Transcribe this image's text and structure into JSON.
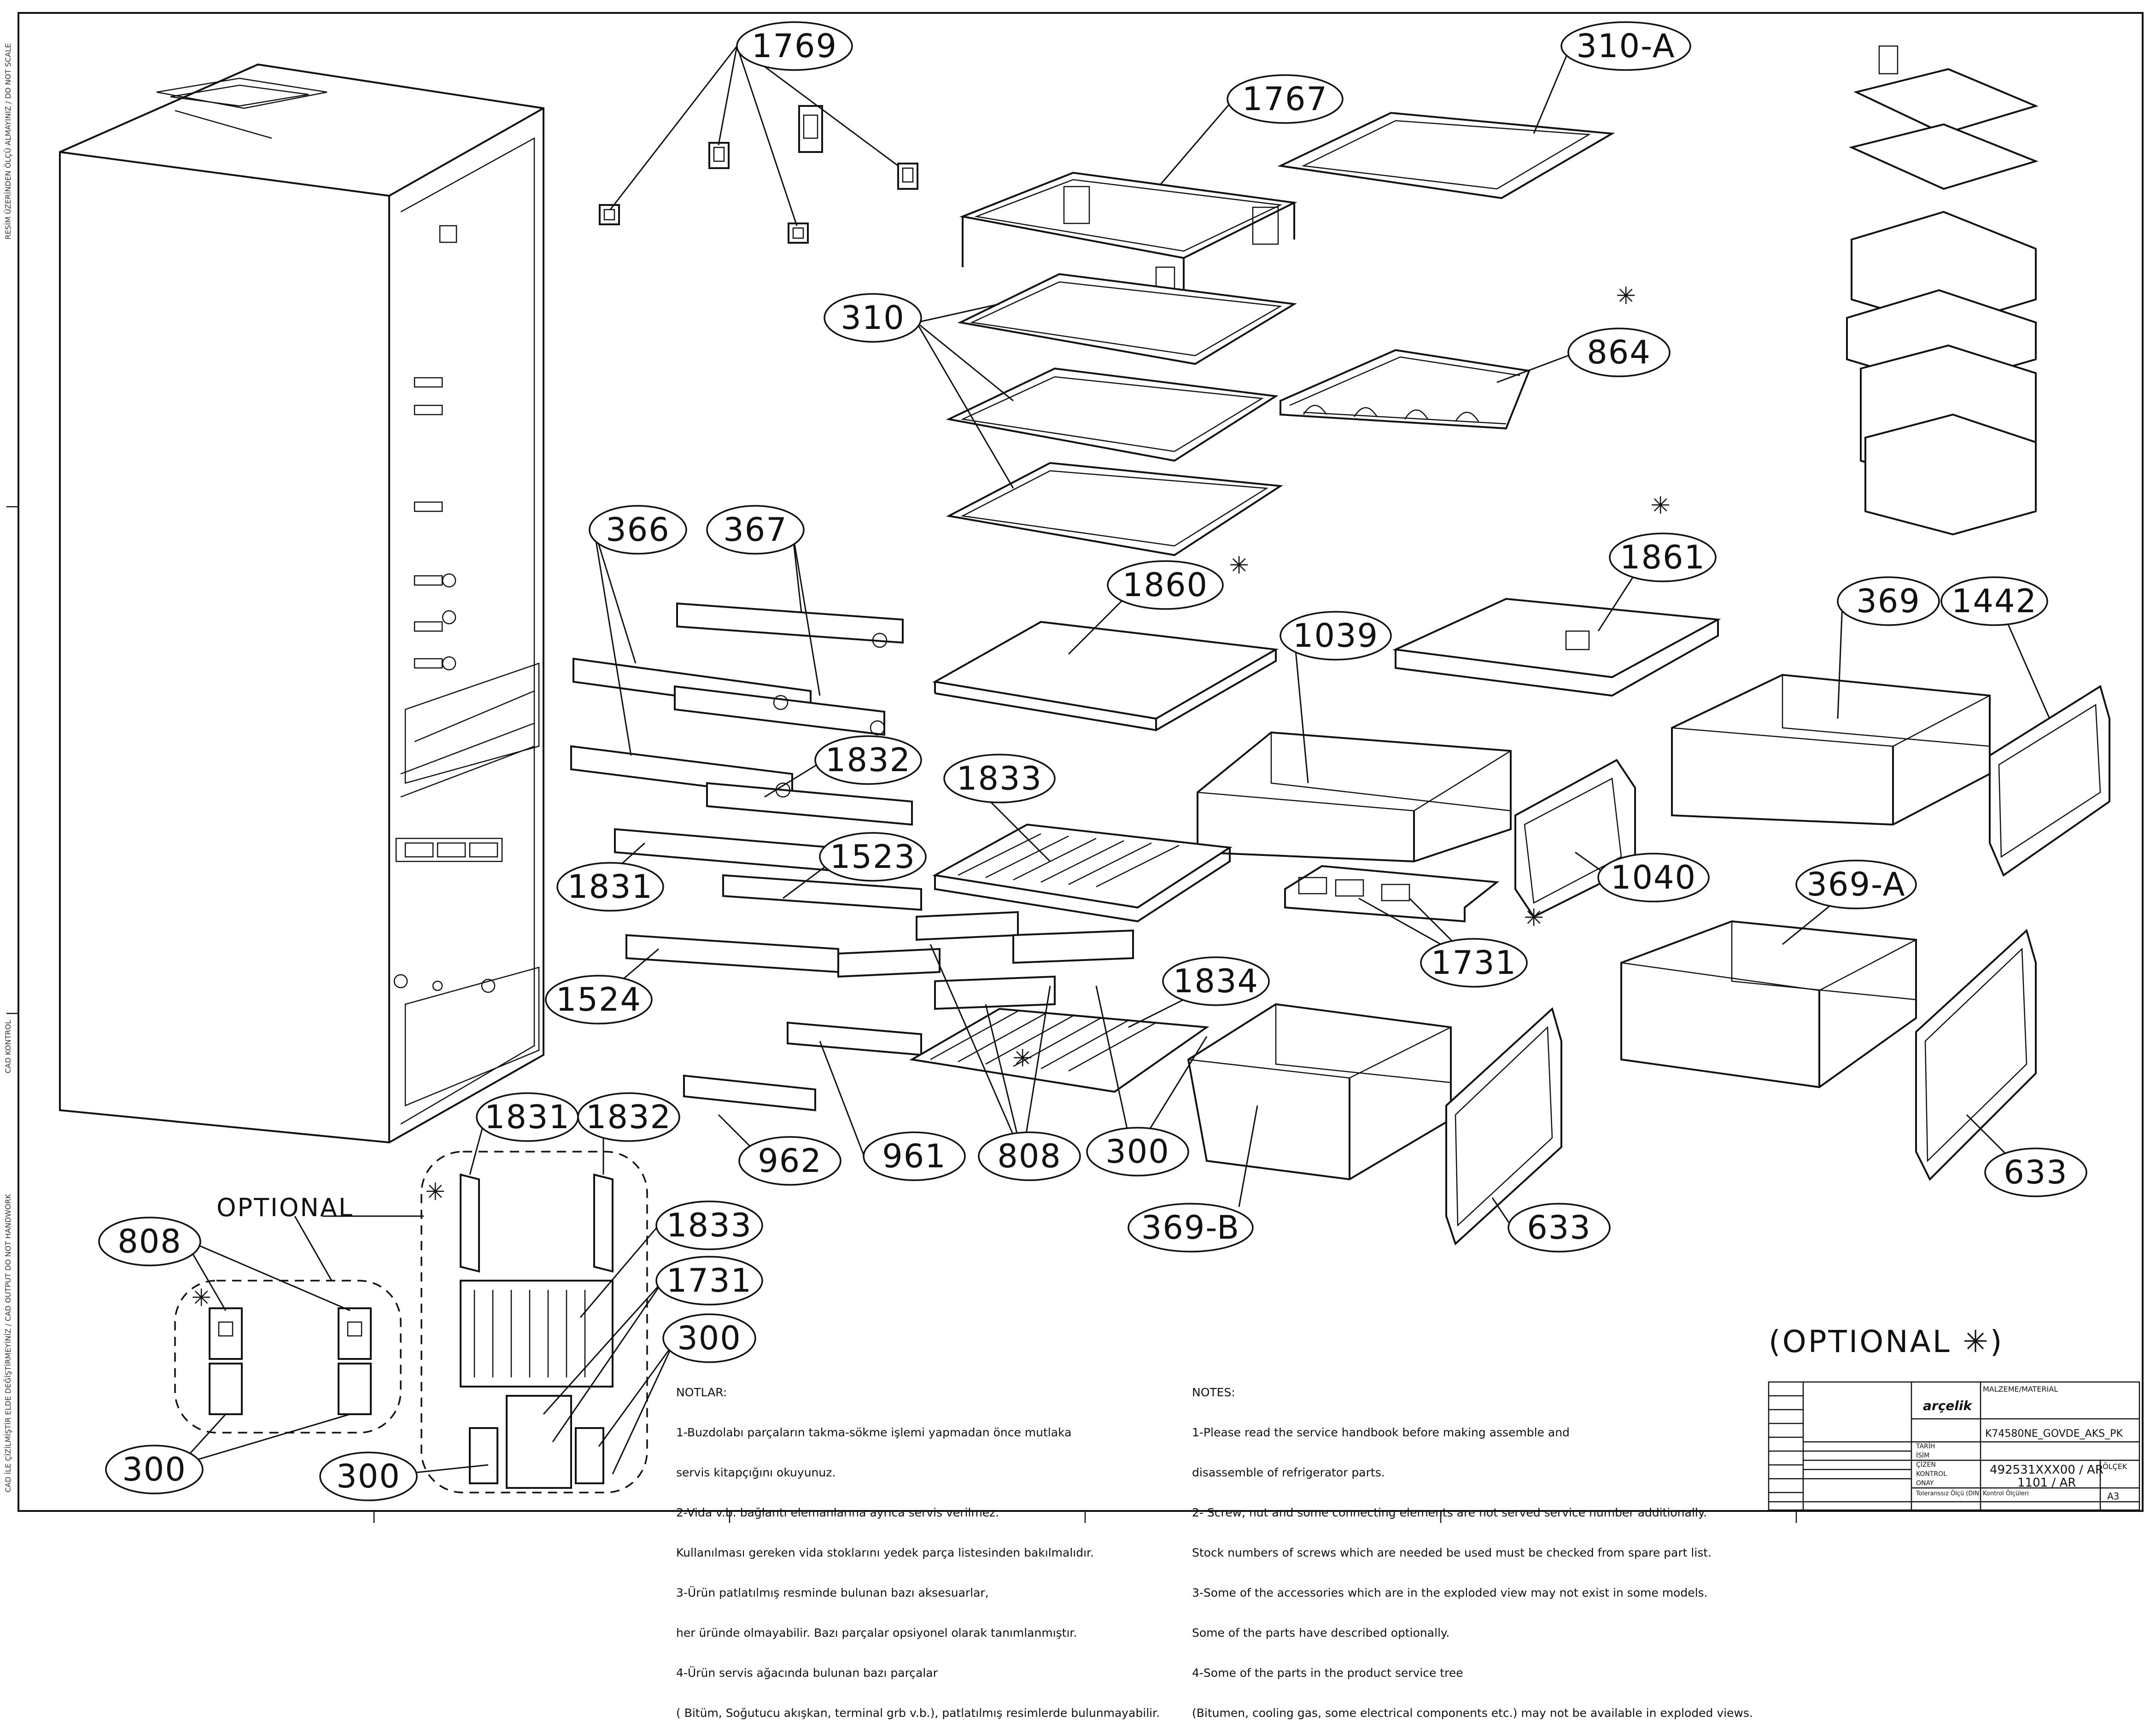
{
  "callouts": {
    "c1769": "1769",
    "c310a": "310-A",
    "c1767": "1767",
    "c310": "310",
    "c864": "864",
    "c366": "366",
    "c367": "367",
    "c1860": "1860",
    "c1861": "1861",
    "c1039": "1039",
    "c369": "369",
    "c1442": "1442",
    "c1832a": "1832",
    "c1833a": "1833",
    "c1831a": "1831",
    "c1523": "1523",
    "c1040": "1040",
    "c1731a": "1731",
    "c369a": "369-A",
    "c1524": "1524",
    "c1834": "1834",
    "c962": "962",
    "c961": "961",
    "c808a": "808",
    "c300a": "300",
    "c633a": "633",
    "c633b": "633",
    "c369b": "369-B",
    "c1831b": "1831",
    "c1832b": "1832",
    "c808b": "808",
    "c1833b": "1833",
    "c1731b": "1731",
    "c300b": "300",
    "c300c": "300",
    "c300d": "300"
  },
  "labels": {
    "optional": "OPTIONAL",
    "optional_legend": "(OPTIONAL  ✳)",
    "star": "✳"
  },
  "notes_tr": {
    "title": "NOTLAR:",
    "lines": [
      "1-Buzdolabı parçaların takma-sökme işlemi yapmadan önce mutlaka",
      "servis kitapçığını okuyunuz.",
      "2-Vida v.b. bağlantı elemanlarına ayrıca servis verilmez.",
      "Kullanılması gereken vida stoklarını yedek parça listesinden bakılmalıdır.",
      "3-Ürün patlatılmış resminde bulunan bazı aksesuarlar,",
      "her üründe olmayabilir. Bazı parçalar opsiyonel olarak tanımlanmıştır.",
      "4-Ürün servis ağacında bulunan bazı parçalar",
      "( Bitüm, Soğutucu akışkan, terminal grb v.b.), patlatılmış resimlerde bulunmayabilir."
    ]
  },
  "notes_en": {
    "title": "NOTES:",
    "lines": [
      "1-Please read the service handbook before making assemble and",
      "disassemble of refrigerator parts.",
      "2- Screw, nut and some connecting elements are not served service number additionally.",
      "Stock numbers of screws which are needed be used must be checked from spare part list.",
      "3-Some of the accessories which are in the exploded view may not exist in some models.",
      "Some of the parts have described optionally.",
      "4-Some of the parts in the product service tree",
      "(Bitumen, cooling gas, some electrical components etc.) may not be available in exploded views."
    ]
  },
  "title_block": {
    "logo": "arçelik",
    "material_label": "MALZEME/MATERIAL",
    "part_name": "K74580NE_GOVDE_AKS_PK",
    "part_number": "492531XXX00 / AR",
    "sheet": "1101 / AR",
    "scale_label": "ÖLÇEK",
    "scale_value": "A3",
    "rows": [
      "TARİH",
      "İSİM",
      "ÇİZEN",
      "KONTROL",
      "ONAY"
    ],
    "tolerance_label": "Toleranssız Ölçü (DIN)",
    "surface_label": "Kontrol Ölçüleri"
  },
  "side_text": {
    "top": "RESİM ÜZERİNDEN ÖLÇÜ ALMAYINIZ / DO NOT SCALE",
    "middle": "CAD KONTROL",
    "bottom": "CAD İLE ÇİZİLMİŞTİR ELDE DEĞİŞTİRMEYİNİZ / CAD OUTPUT DO NOT HANDWORK"
  }
}
